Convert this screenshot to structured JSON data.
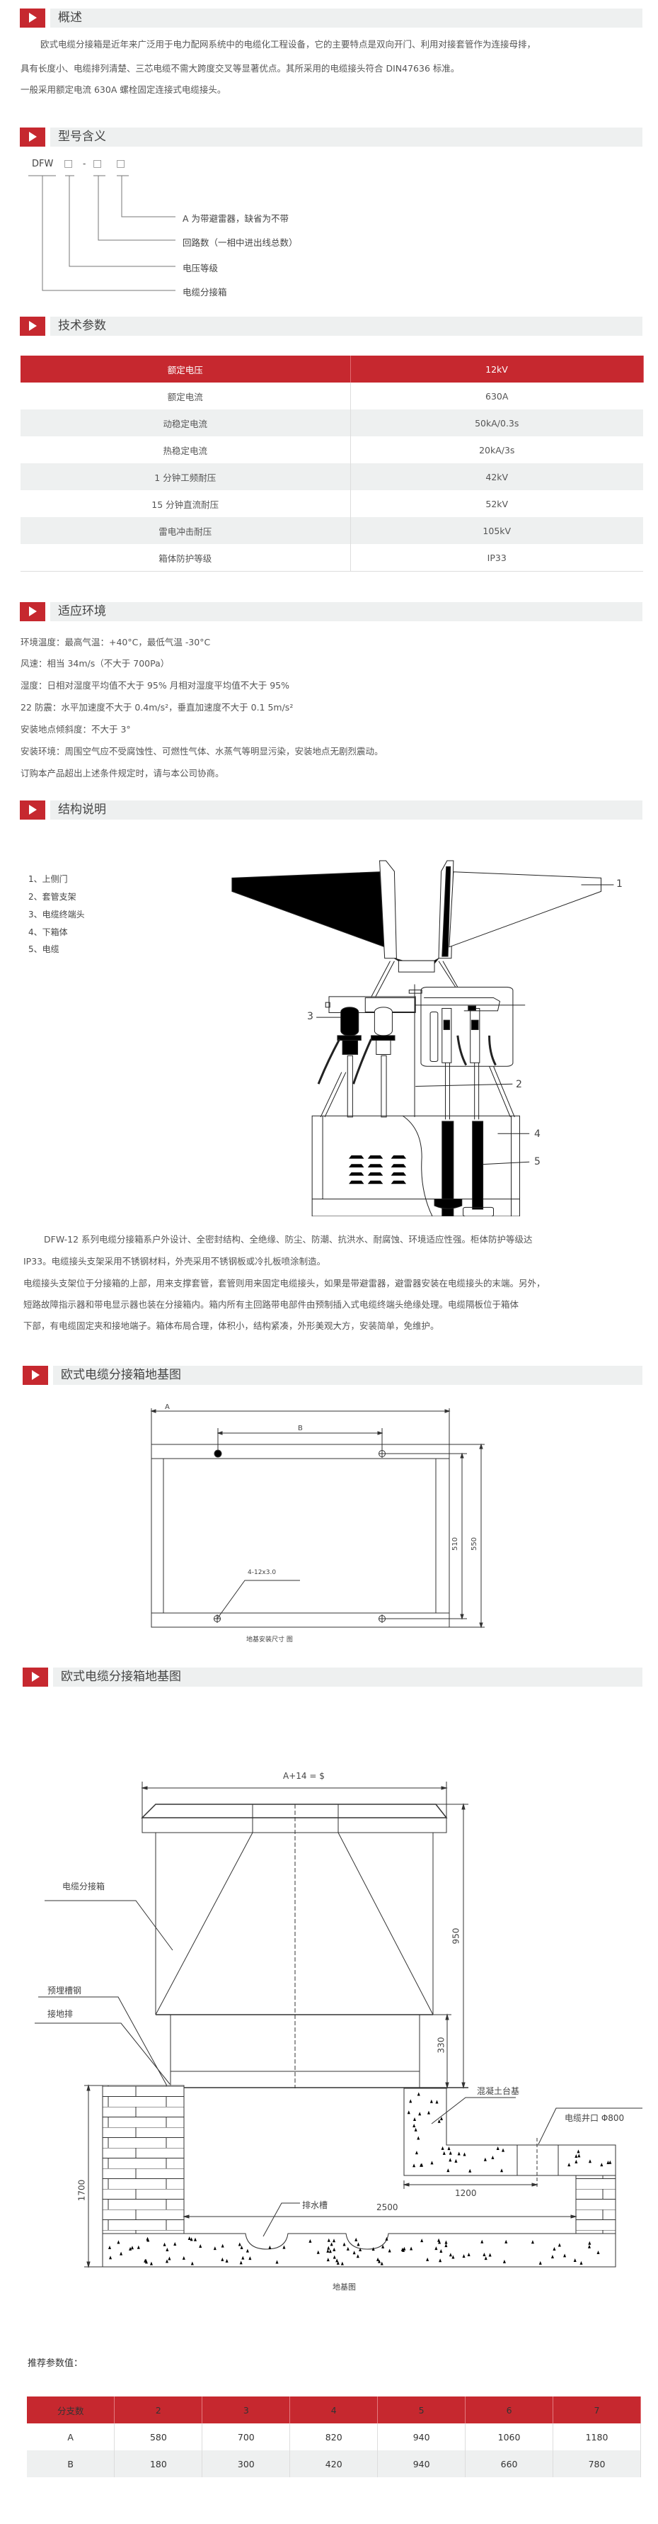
{
  "sections": {
    "overview": "概述",
    "model": "型号含义",
    "tech": "技术参数",
    "env": "适应环境",
    "structure": "结构说明",
    "foundation1": "欧式电缆分接箱地基图",
    "foundation2": "欧式电缆分接箱地基图"
  },
  "overview": {
    "lines": [
      "欧式电缆分接箱是近年来广泛用于电力配网系统中的电缆化工程设备，它的主要特点是双向开门、利用对接套管作为连接母排，",
      "具有长度小、电缆排列清楚、三芯电缆不需大跨度交叉等显著优点。其所采用的电缆接头符合 DIN47636 标准。",
      "一般采用额定电流 630A 螺栓固定连接式电缆接头。"
    ]
  },
  "model": {
    "prefix": "DFW",
    "box": "□",
    "dash": "-",
    "meanings": [
      "A 为带避雷器，缺省为不带",
      "回路数（一相中进出线总数）",
      "电压等级",
      "电缆分接箱"
    ]
  },
  "tech_table": {
    "header": [
      "额定电压",
      "12kV"
    ],
    "rows": [
      [
        "额定电流",
        "630A"
      ],
      [
        "动稳定电流",
        "50kA/0.3s"
      ],
      [
        "热稳定电流",
        "20kA/3s"
      ],
      [
        "1 分钟工频耐压",
        "42kV"
      ],
      [
        "15 分钟直流耐压",
        "52kV"
      ],
      [
        "雷电冲击耐压",
        "105kV"
      ],
      [
        "箱体防护等级",
        "IP33"
      ]
    ]
  },
  "env": {
    "lines": [
      "环境温度：最高气温：+40°C，最低气温 -30°C",
      "风速：相当 34m/s（不大于 700Pa）",
      "湿度：日相对湿度平均值不大于 95% 月相对湿度平均值不大于 95%",
      "22 防震：水平加速度不大于 0.4m/s²，垂直加速度不大于 0.1 5m/s²",
      "安装地点倾斜度：不大于 3°",
      "安装环境：周围空气应不受腐蚀性、可燃性气体、水蒸气等明显污染，安装地点无剧烈震动。",
      "订购本产品超出上述条件规定时，请与本公司协商。"
    ]
  },
  "structure": {
    "legend": [
      "1、上侧门",
      "2、套管支架",
      "3、电缆终端头",
      "4、下箱体",
      "5、电缆"
    ],
    "callouts": [
      "1",
      "2",
      "3",
      "4",
      "5"
    ],
    "lines": [
      "DFW-12 系列电缆分接箱系户外设计、全密封结构、全绝缘、防尘、防潮、抗洪水、耐腐蚀、环境适应性强。柜体防护等级达",
      "IP33。电缆接头支架采用不锈钢材料，外壳采用不锈钢板或冷扎板喷涂制造。",
      "电缆接头支架位于分接箱的上部，用来支撑套管，套管则用来固定电缆接头，如果是带避雷器，避雷器安装在电缆接头的末端。另外，",
      "短路故障指示器和带电显示器也装在分接箱内。箱内所有主回路带电部件由预制插入式电缆终端头绝缘处理。电缆隔板位于箱体",
      "下部，有电缆固定夹和接地端子。箱体布局合理，体积小，结构紧凑，外形美观大方，安装简单，免维护。"
    ]
  },
  "plan_drawing": {
    "dim_a": "A",
    "dim_b": "B",
    "dim_510": "510",
    "dim_550": "550",
    "hole_note": "4-12x3.0",
    "caption": "地基安装尺寸 图"
  },
  "section_drawing": {
    "width_label": "A+14 = $",
    "dim_950": "950",
    "dim_330": "330",
    "dim_1700": "1700",
    "dim_1200": "1200",
    "dim_2500": "2500",
    "box_label": "电缆分接箱",
    "channel_label": "预埋槽钢",
    "ground_label": "接地排",
    "base_label": "混凝土台基",
    "well_label": "电缆井口 Φ800",
    "drain_label": "排水槽",
    "caption": "地基图"
  },
  "recommended": {
    "title": "推荐参数值：",
    "header": [
      "分支数",
      "2",
      "3",
      "4",
      "5",
      "6",
      "7"
    ],
    "rows": [
      [
        "A",
        "580",
        "700",
        "820",
        "940",
        "1060",
        "1180"
      ],
      [
        "B",
        "180",
        "300",
        "420",
        "940",
        "660",
        "780"
      ]
    ]
  },
  "colors": {
    "accent": "#c6282f",
    "band": "#eef0f0",
    "text": "#555555"
  }
}
